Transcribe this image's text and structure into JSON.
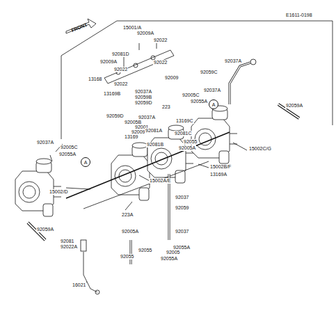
{
  "diagram": {
    "nodes": [
      {
        "text": [
          "A"
        ]
      },
      {
        "text": [
          "A"
        ]
      }
    ],
    "labels": [
      "E1611-0198",
      "FRONT",
      "15001/A",
      "92009A",
      "92022",
      "92081D",
      "92009A",
      "92022",
      "92022",
      "13168",
      "92022",
      "92009",
      "92037A",
      "92059C",
      "13169B",
      "92037A",
      "92059B",
      "92059D",
      "92005C",
      "92037A",
      "92055A",
      "223",
      "92059A",
      "92059D",
      "92037A",
      "92005B",
      "92001",
      "13169C",
      "92009B",
      "92081A",
      "13169",
      "92081C",
      "92081B",
      "92055",
      "92005A",
      "15002C/G",
      "92037A",
      "92005C",
      "92055A",
      "15002B/F",
      "13169A",
      "15002A/E",
      "15002/D",
      "223A",
      "92037",
      "92059",
      "92059A",
      "92037",
      "92005A",
      "92055A",
      "92005",
      "92055A",
      "92081",
      "92022A",
      "92055",
      "92055",
      "16021"
    ]
  }
}
